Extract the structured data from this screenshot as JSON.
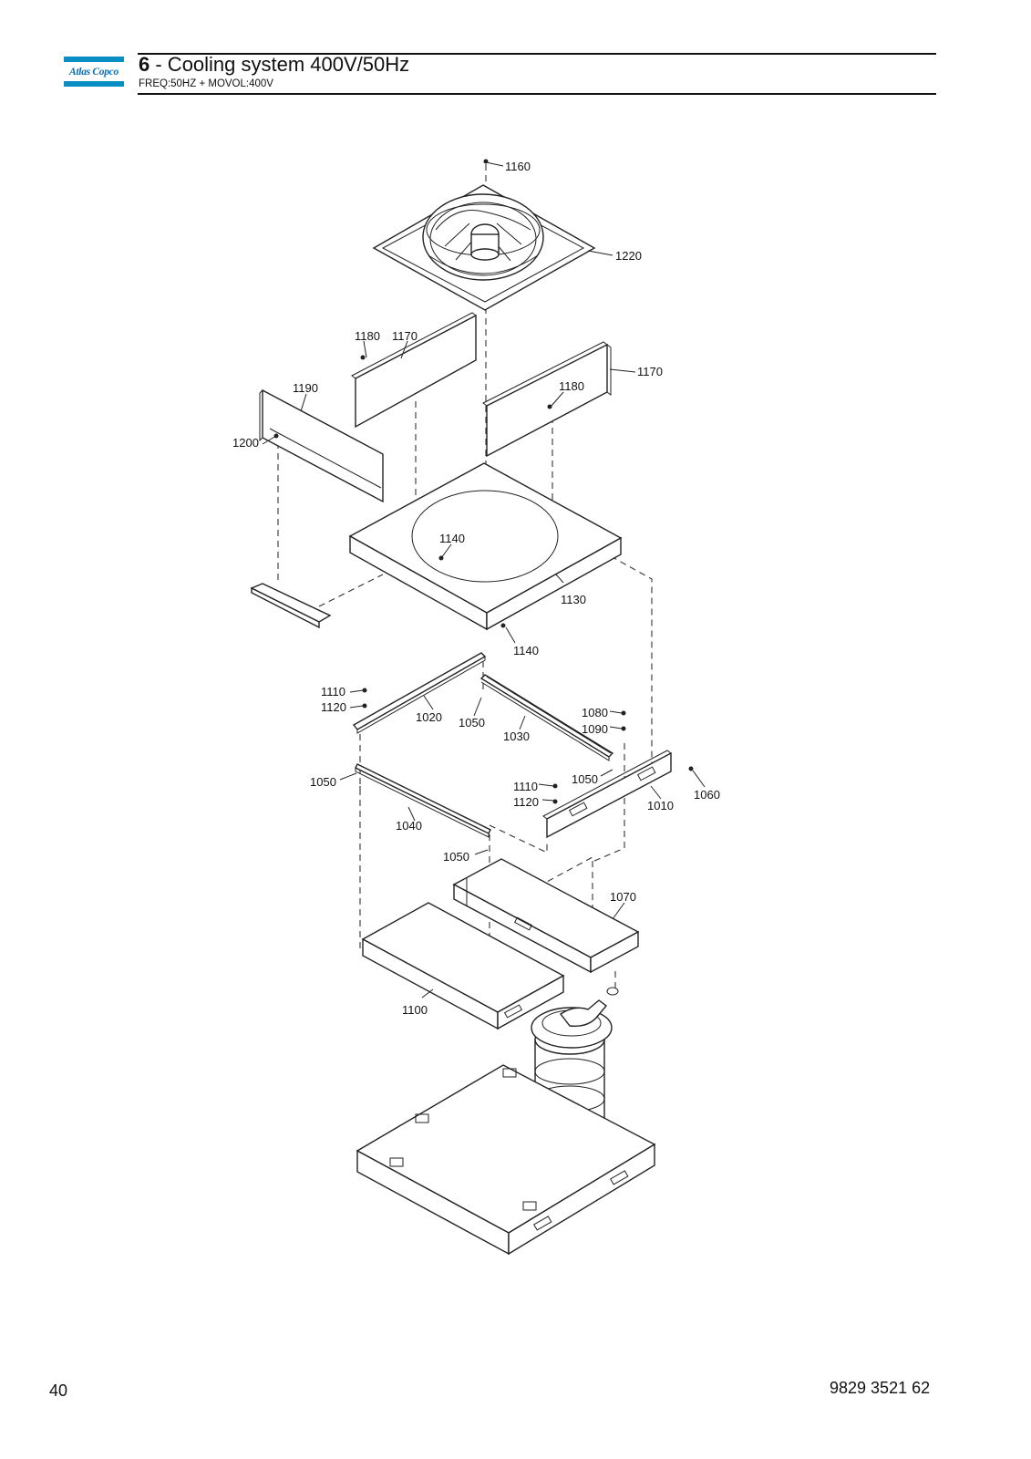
{
  "header": {
    "section_number": "6",
    "section_title": " - Cooling system 400V/50Hz",
    "subtitle": "FREQ:50HZ + MOVOL:400V",
    "logo_text": "Atlas Copco",
    "logo_color": "#0a8fc5"
  },
  "diagram": {
    "callouts": {
      "c1160": "1160",
      "c1220": "1220",
      "c1180a": "1180",
      "c1170a": "1170",
      "c1170b": "1170",
      "c1180b": "1180",
      "c1190": "1190",
      "c1200": "1200",
      "c1140a": "1140",
      "c1130": "1130",
      "c1140b": "1140",
      "c1110a": "1110",
      "c1120a": "1120",
      "c1020": "1020",
      "c1050a": "1050",
      "c1030": "1030",
      "c1080": "1080",
      "c1090": "1090",
      "c1050b": "1050",
      "c1060": "1060",
      "c1110b": "1110",
      "c1120b": "1120",
      "c1010": "1010",
      "c1050c": "1050",
      "c1040": "1040",
      "c1050d": "1050",
      "c1070": "1070",
      "c1100": "1100"
    }
  },
  "footer": {
    "page_number": "40",
    "document_number": "9829 3521 62"
  }
}
